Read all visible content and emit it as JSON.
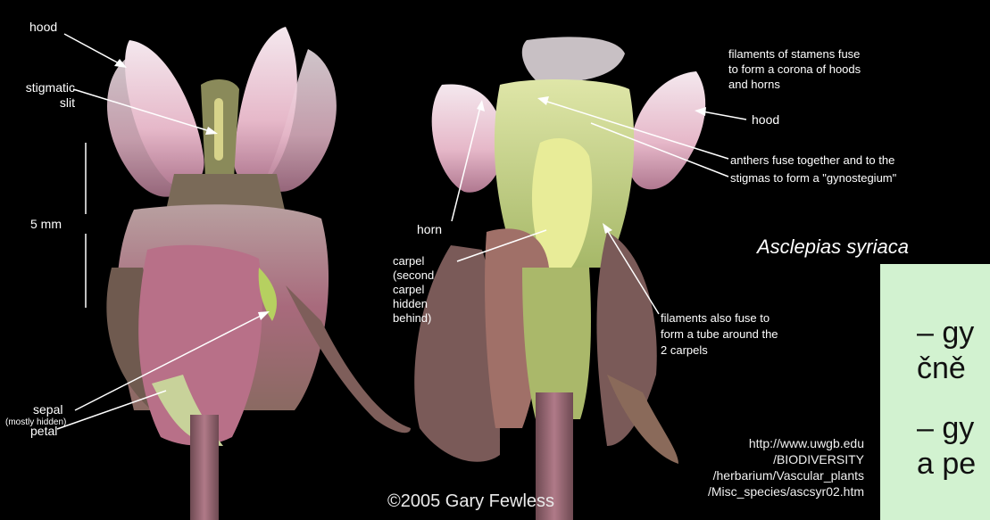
{
  "labels": {
    "hood_left": "hood",
    "stigmatic_slit": "stigmatic\nslit",
    "scale": "5 mm",
    "sepal": "sepal",
    "sepal_note": "(mostly hidden)",
    "petal": "petal",
    "horn": "horn",
    "carpel": "carpel\n(second\ncarpel\nhidden\nbehind)",
    "filaments_corona": "filaments of stamens fuse\nto form a corona of hoods\nand horns",
    "hood_right": "hood",
    "anthers": "anthers fuse together and to the\nstigmas to form a \"gynostegium\"",
    "filaments_tube": "filaments also fuse to\nform a tube around the\n2 carpels"
  },
  "species": "Asclepias syriaca",
  "copyright": "©2005 Gary Fewless",
  "source_url": [
    "http://www.uwgb.edu",
    "/BIODIVERSITY",
    "/herbarium/Vascular_plants",
    "/Misc_species/ascsyr02.htm"
  ],
  "side_text": {
    "line1": "– gy",
    "line2": "čně",
    "line3": "– gy",
    "line4": "a pe"
  },
  "colors": {
    "background_slide": "#d2f2d0",
    "photo_background": "#000000",
    "label_text": "#ffffff"
  }
}
